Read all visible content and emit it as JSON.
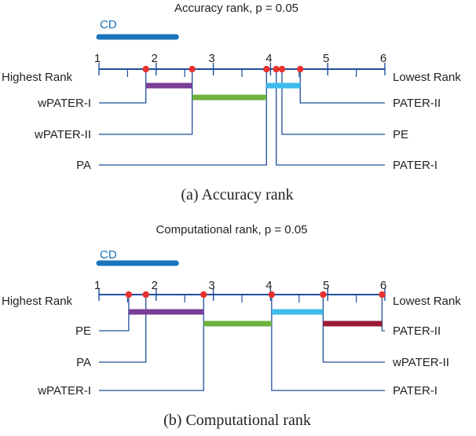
{
  "chart_data": [
    {
      "type": "critical-difference",
      "title": "Accuracy rank, p = 0.05",
      "caption": "(a)  Accuracy rank",
      "cd_label": "CD",
      "cd": 1.35,
      "axis_min": 1,
      "axis_max": 6,
      "ticks": [
        "1",
        "2",
        "3",
        "4",
        "5",
        "6"
      ],
      "left_label": "Highest Rank",
      "right_label": "Lowest Rank",
      "methods": [
        {
          "name": "wPATER-I",
          "rank": 1.82,
          "side": "left"
        },
        {
          "name": "wPATER-II",
          "rank": 2.63,
          "side": "left"
        },
        {
          "name": "PA",
          "rank": 3.93,
          "side": "left"
        },
        {
          "name": "PATER-II",
          "rank": 4.52,
          "side": "right"
        },
        {
          "name": "PE",
          "rank": 4.2,
          "side": "right"
        },
        {
          "name": "PATER-I",
          "rank": 4.1,
          "side": "right"
        }
      ],
      "groups": [
        {
          "from": 1.82,
          "to": 2.63,
          "color": "#7a3e96"
        },
        {
          "from": 2.63,
          "to": 3.93,
          "color": "#6fb33f"
        },
        {
          "from": 3.93,
          "to": 4.52,
          "color": "#3dbbeb"
        }
      ]
    },
    {
      "type": "critical-difference",
      "title": "Computational rank, p = 0.05",
      "caption": "(b)  Computational rank",
      "cd_label": "CD",
      "cd": 1.35,
      "axis_min": 1,
      "axis_max": 6,
      "ticks": [
        "1",
        "2",
        "3",
        "4",
        "5",
        "6"
      ],
      "left_label": "Highest Rank",
      "right_label": "Lowest Rank",
      "methods": [
        {
          "name": "PE",
          "rank": 1.52,
          "side": "left"
        },
        {
          "name": "PA",
          "rank": 1.82,
          "side": "left"
        },
        {
          "name": "wPATER-I",
          "rank": 2.83,
          "side": "left"
        },
        {
          "name": "PATER-II",
          "rank": 5.95,
          "side": "right"
        },
        {
          "name": "wPATER-II",
          "rank": 4.92,
          "side": "right"
        },
        {
          "name": "PATER-I",
          "rank": 4.02,
          "side": "right"
        }
      ],
      "groups": [
        {
          "from": 1.52,
          "to": 2.83,
          "color": "#7a3e96"
        },
        {
          "from": 2.83,
          "to": 4.02,
          "color": "#6fb33f"
        },
        {
          "from": 4.02,
          "to": 4.92,
          "color": "#3dbbeb"
        },
        {
          "from": 4.92,
          "to": 5.95,
          "color": "#9b1b34"
        }
      ]
    }
  ],
  "colors": {
    "axis": "#1f4e9c",
    "point": "#e8322d",
    "cd_bar": "#1b75bc",
    "cd_text": "#1b75bc",
    "text": "#231f20"
  }
}
